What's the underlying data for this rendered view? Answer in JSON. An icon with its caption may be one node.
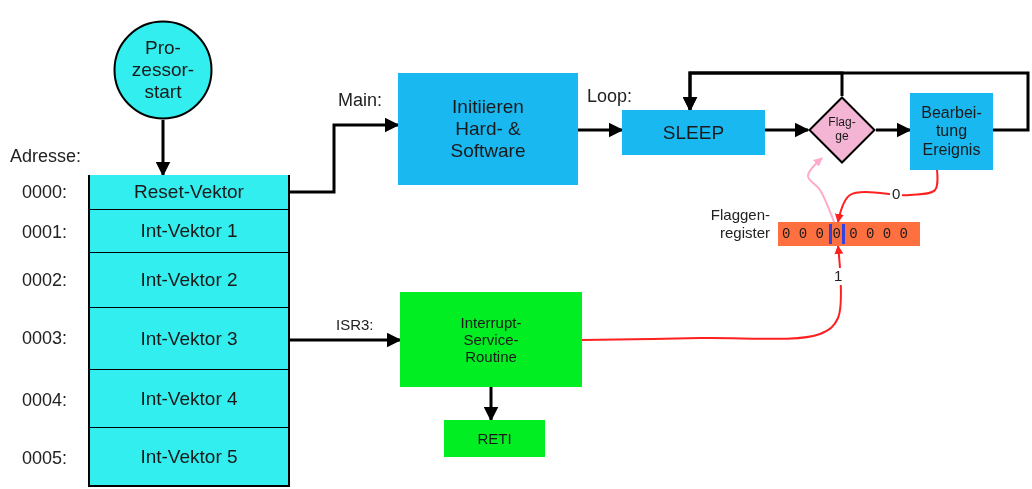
{
  "diagram": {
    "nodes": [
      {
        "text": [
          "Pro- zessor- start"
        ]
      },
      {
        "text": [
          "Reset-Vektor"
        ]
      },
      {
        "text": [
          "Int-Vektor 1"
        ]
      },
      {
        "text": [
          "Int-Vektor 2"
        ]
      },
      {
        "text": [
          "Int-Vektor 3"
        ]
      },
      {
        "text": [
          "Int-Vektor 4"
        ]
      },
      {
        "text": [
          "Int-Vektor 5"
        ]
      },
      {
        "text": [
          "Initiieren Hard- & Software"
        ]
      },
      {
        "text": [
          "SLEEP"
        ]
      },
      {
        "text": [
          "Flag- ge"
        ]
      },
      {
        "text": [
          "Bearbei- tung Ereignis"
        ]
      },
      {
        "text": [
          "0 0 0 0 0 0 0 0"
        ],
        "beside": [
          "Flaggen- register"
        ]
      },
      {
        "text": [
          "Interrupt- Service- Routine"
        ]
      },
      {
        "text": [
          "RETI"
        ]
      }
    ],
    "edges": [
      {
        "from": 0,
        "to": 1,
        "arrow": "to"
      },
      {
        "from": 1,
        "to": 7,
        "arrow": "to"
      },
      {
        "from": 7,
        "to": 8,
        "arrow": "to"
      },
      {
        "from": 8,
        "to": 9,
        "arrow": "to"
      },
      {
        "from": 9,
        "to": 10,
        "arrow": "to"
      },
      {
        "from": 10,
        "to": 8,
        "arrow": "to"
      },
      {
        "from": 9,
        "to": 8,
        "arrow": "to"
      },
      {
        "from": 4,
        "to": 12,
        "arrow": "to"
      },
      {
        "from": 12,
        "to": 13,
        "arrow": "to"
      },
      {
        "from": 12,
        "to": 11,
        "arrow": "to",
        "label": "1",
        "color": "#ff2020"
      },
      {
        "from": 10,
        "to": 11,
        "arrow": "to",
        "label": "0",
        "color": "#ff2020"
      },
      {
        "from": 11,
        "to": 9,
        "arrow": "to",
        "color": "#ffaacc"
      }
    ],
    "labels": [
      "Adresse:",
      "0000:",
      "0001:",
      "0002:",
      "0003:",
      "0004:",
      "0005:",
      "Main:",
      "Loop:",
      "ISR3:"
    ]
  }
}
